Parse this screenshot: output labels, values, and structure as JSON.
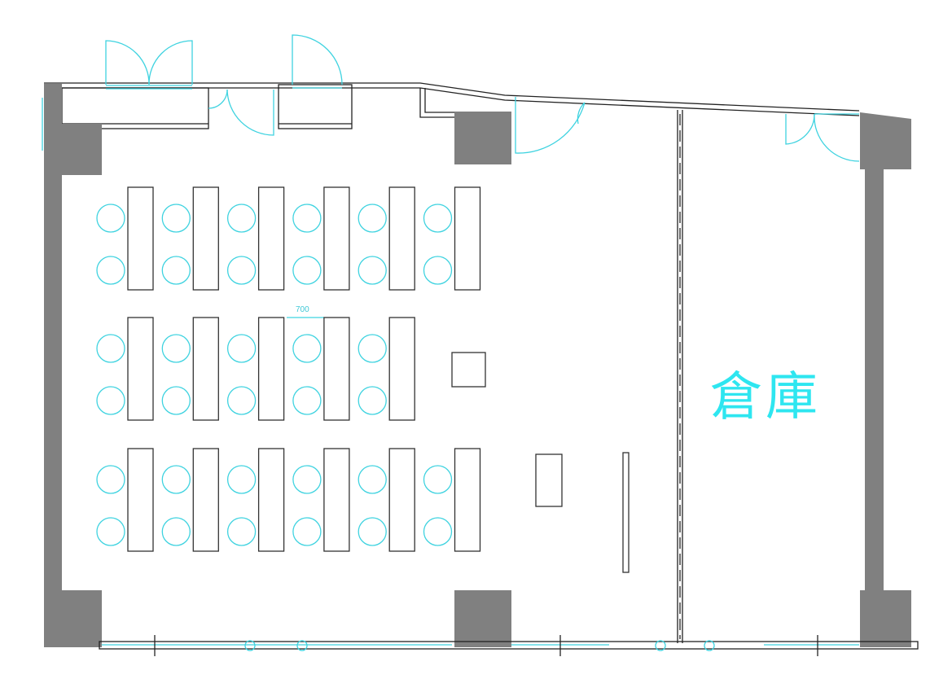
{
  "room_label": "倉庫",
  "dimension_label": "700",
  "seating": {
    "rows": [
      {
        "desks": 6,
        "chair_columns": 6
      },
      {
        "desks": 5,
        "chair_columns": 5
      },
      {
        "desks": 6,
        "chair_columns": 6
      }
    ],
    "chairs_per_column": 2
  },
  "colors": {
    "wall": "#808080",
    "fixture": "#3fd3e0",
    "line": "#222222"
  }
}
